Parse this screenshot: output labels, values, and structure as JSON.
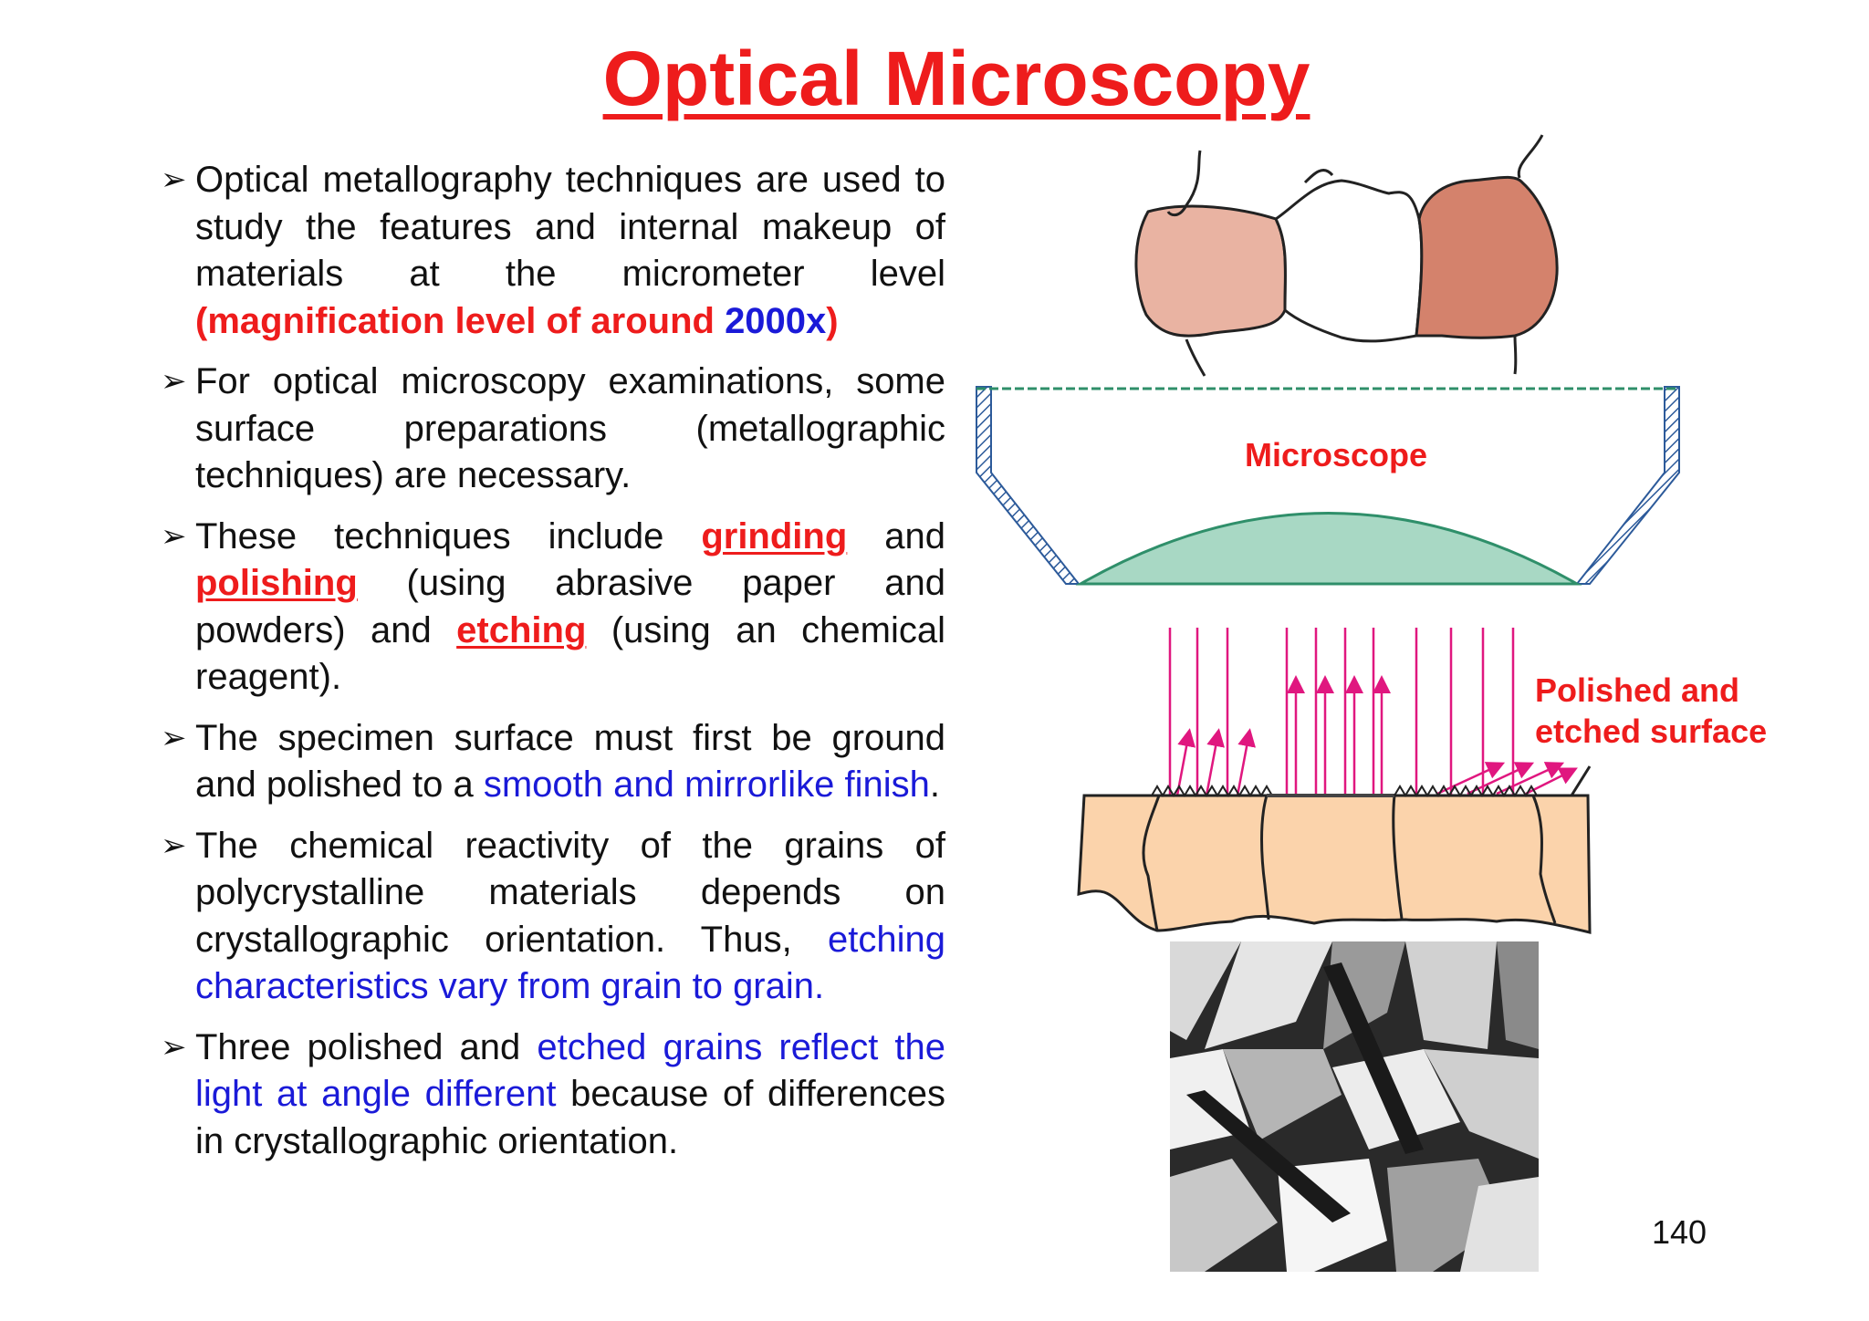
{
  "slide": {
    "title": "Optical Microscopy",
    "page_number": "140"
  },
  "bullets": [
    {
      "marker": "➢",
      "part1": "Optical metallography techniques are used to study the features and internal makeup of materials at the micrometer level ",
      "highlight_red": "(magnification level of around ",
      "highlight_blue": "2000x",
      "close_red": ")"
    },
    {
      "marker": "➢",
      "text": "For optical microscopy examinations, some surface preparations (metallographic techniques) are necessary."
    },
    {
      "marker": "➢",
      "part1": "These techniques include ",
      "term1": "grinding",
      "part2": " and ",
      "term2": "polishing",
      "part3": " (using abrasive paper and powders) and ",
      "term3": "etching",
      "part4": " (using an chemical reagent)."
    },
    {
      "marker": "➢",
      "part1": " The specimen surface must first be ground and polished to a ",
      "highlight_blue": "smooth and mirrorlike finish",
      "part2": "."
    },
    {
      "marker": "➢",
      "part1": "The chemical reactivity of the grains of polycrystalline materials depends on crystallographic orientation. Thus, ",
      "highlight_blue": "etching characteristics vary from grain to grain."
    },
    {
      "marker": "➢",
      "part1": "Three polished and ",
      "highlight_blue": "etched grains reflect the light at angle different",
      "part2": " because of differences in crystallographic orientation."
    }
  ],
  "diagram": {
    "microscope_label": "Microscope",
    "surface_label_line1": "Polished and",
    "surface_label_line2": "etched surface"
  },
  "colors": {
    "title_red": "#ee1c1c",
    "highlight_blue": "#1a1ad8",
    "lens_green": "#a8d8c4",
    "grain_light": "#e9b3a2",
    "grain_dark": "#d4826c",
    "specimen": "#fbd3ab",
    "ray_magenta": "#e0177f"
  }
}
